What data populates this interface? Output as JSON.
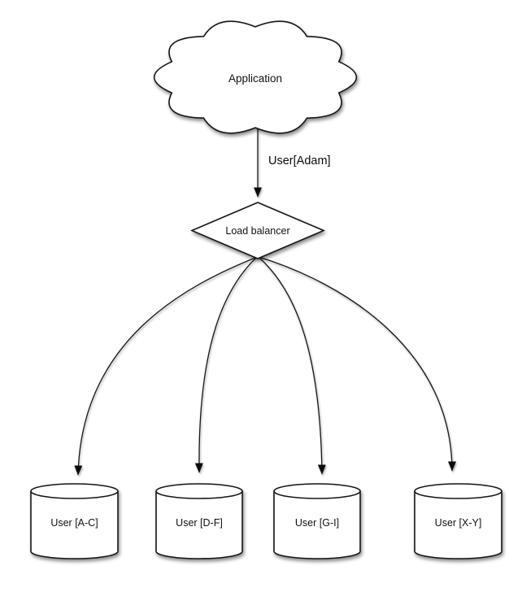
{
  "diagram": {
    "kind": "database-sharding-diagram",
    "background_color": "#ffffff",
    "stroke_color": "#141414",
    "fill_color": "#ffffff",
    "nodes": {
      "application": {
        "label": "Application",
        "shape": "cloud"
      },
      "load_balancer": {
        "label": "Load balancer",
        "shape": "diamond"
      },
      "shards": [
        {
          "label": "User [A-C]",
          "shape": "cylinder"
        },
        {
          "label": "User [D-F]",
          "shape": "cylinder"
        },
        {
          "label": "User [G-I]",
          "shape": "cylinder"
        },
        {
          "label": "User [X-Y]",
          "shape": "cylinder"
        }
      ]
    },
    "edges": {
      "app_to_lb": {
        "label": "User[Adam]",
        "from": "application",
        "to": "load_balancer"
      },
      "lb_to_shards": [
        {
          "from": "load_balancer",
          "to": "User [A-C]"
        },
        {
          "from": "load_balancer",
          "to": "User [D-F]"
        },
        {
          "from": "load_balancer",
          "to": "User [G-I]"
        },
        {
          "from": "load_balancer",
          "to": "User [X-Y]"
        }
      ]
    }
  }
}
